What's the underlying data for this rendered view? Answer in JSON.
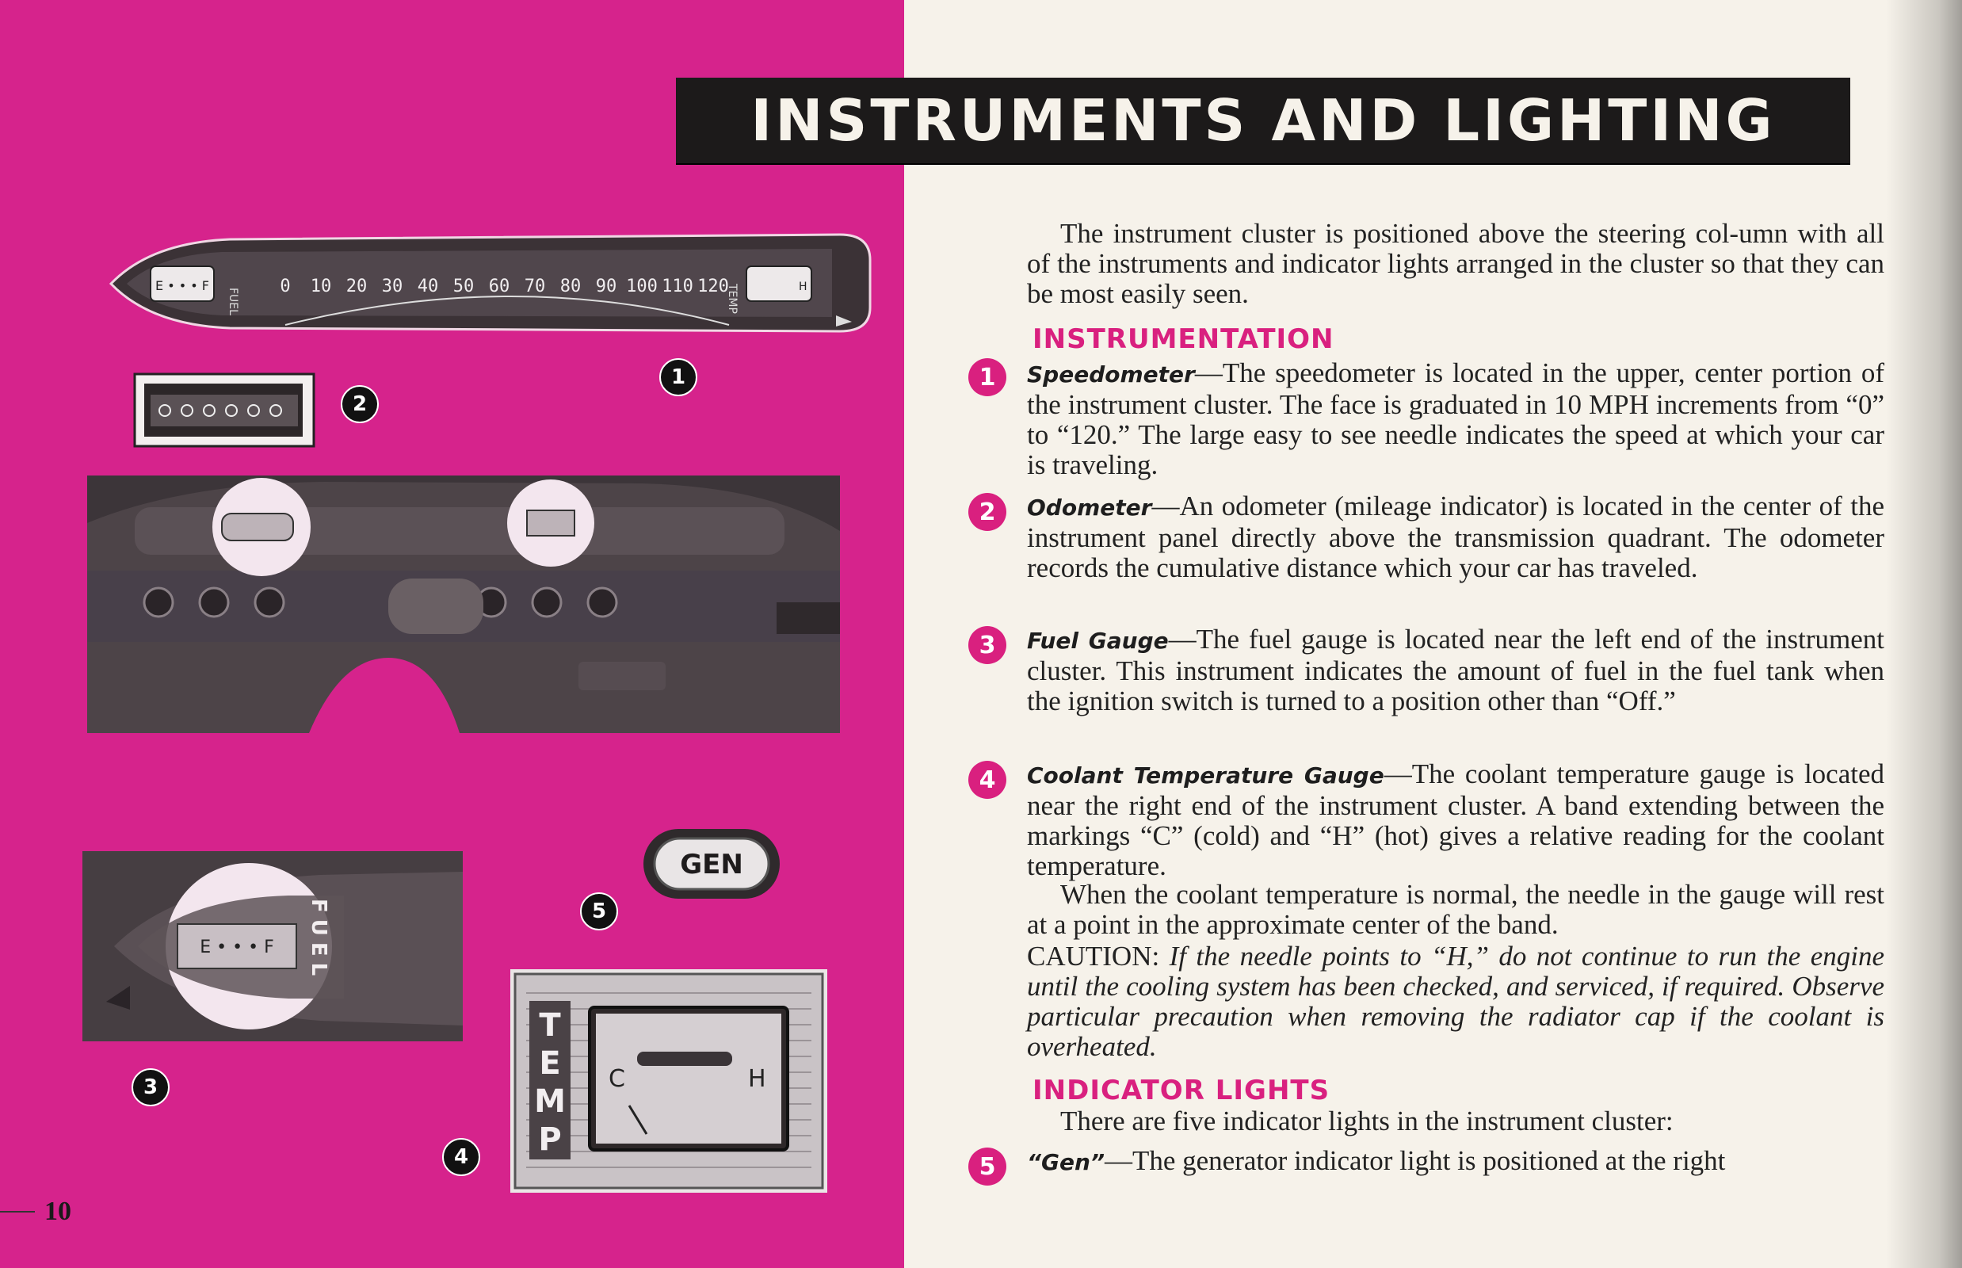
{
  "page": {
    "title": "INSTRUMENTS AND LIGHTING",
    "page_number": "10"
  },
  "intro": "The instrument cluster is positioned above the steering col-umn with all of the instruments and indicator lights arranged in the cluster so that they can be most easily seen.",
  "sections": {
    "instrumentation": "INSTRUMENTATION",
    "indicator_lights": "INDICATOR LIGHTS"
  },
  "items": [
    {
      "number": "1",
      "title": "Speedometer",
      "text": "The speedometer is located in the upper, center portion of the instrument cluster. The face is graduated in 10 MPH increments from “0” to “120.” The large easy to see needle indicates the speed at which your car is traveling."
    },
    {
      "number": "2",
      "title": "Odometer",
      "text": "An odometer (mileage indicator) is located in the center of the instrument panel directly above the transmission quadrant. The odometer records the cumulative distance which your car has traveled."
    },
    {
      "number": "3",
      "title": "Fuel Gauge",
      "text": "The fuel gauge is located near the left end of the instrument cluster. This instrument indicates the amount of fuel in the fuel tank when the ignition switch is turned to a position other than “Off.”"
    },
    {
      "number": "4",
      "title": "Coolant Temperature Gauge",
      "text": "The coolant temperature gauge is located near the right end of the instrument cluster. A band extending between the markings “C” (cold) and “H” (hot) gives a relative reading for the coolant temperature."
    },
    {
      "number": "5",
      "title": "“Gen”",
      "text": "The generator indicator light is positioned at the right"
    }
  ],
  "coolant_note": "When the coolant temperature is normal, the needle in the gauge will rest at a point in the approximate center of the band.",
  "caution": {
    "label": "CAUTION:",
    "text": "If the needle points to “H,” do not continue to run the engine until the cooling system has been checked, and serviced, if required. Observe particular precaution when removing the radiator cap if the coolant is overheated."
  },
  "indicator_intro": "There are five indicator lights in the instrument cluster:",
  "figures": {
    "callouts": [
      "1",
      "2",
      "3",
      "4",
      "5"
    ],
    "speedo_marks": [
      "0",
      "10",
      "20",
      "30",
      "40",
      "50",
      "60",
      "70",
      "80",
      "90",
      "100",
      "110",
      "120"
    ],
    "fuel_label": "FUEL",
    "fuel_scale": "E • • • F",
    "temp_label": "TEMP",
    "temp_scale_c": "C",
    "temp_scale_h": "H",
    "gen_label": "GEN"
  },
  "colors": {
    "magenta": "#d6238c",
    "accent_pink": "#d9207f",
    "banner": "#1c1a1a",
    "paper": "#f6f2ea"
  }
}
